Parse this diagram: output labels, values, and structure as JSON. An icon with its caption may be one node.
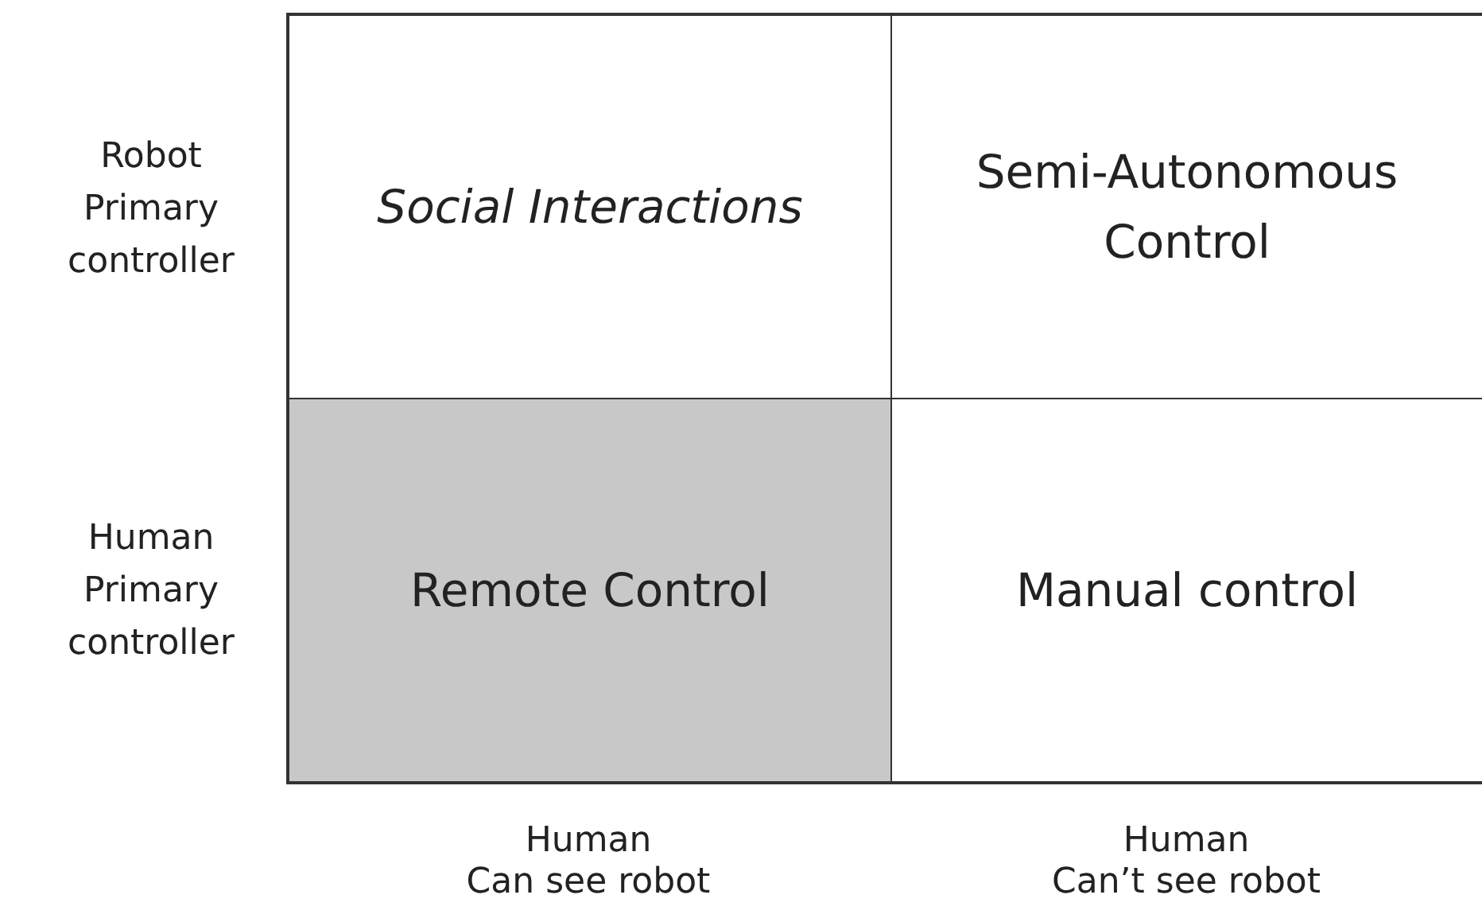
{
  "diagram": {
    "nodes": [
      {
        "text": [
          "Social Interactions"
        ]
      },
      {
        "text": [
          "Semi-Autonomous Control"
        ]
      },
      {
        "text": [
          "Remote Control"
        ]
      },
      {
        "text": [
          "Manual control"
        ]
      }
    ],
    "labels": [
      "Robot Primary controller",
      "Human Primary controller",
      "Human",
      "Can see robot",
      "Human",
      "Can’t see robot"
    ]
  }
}
